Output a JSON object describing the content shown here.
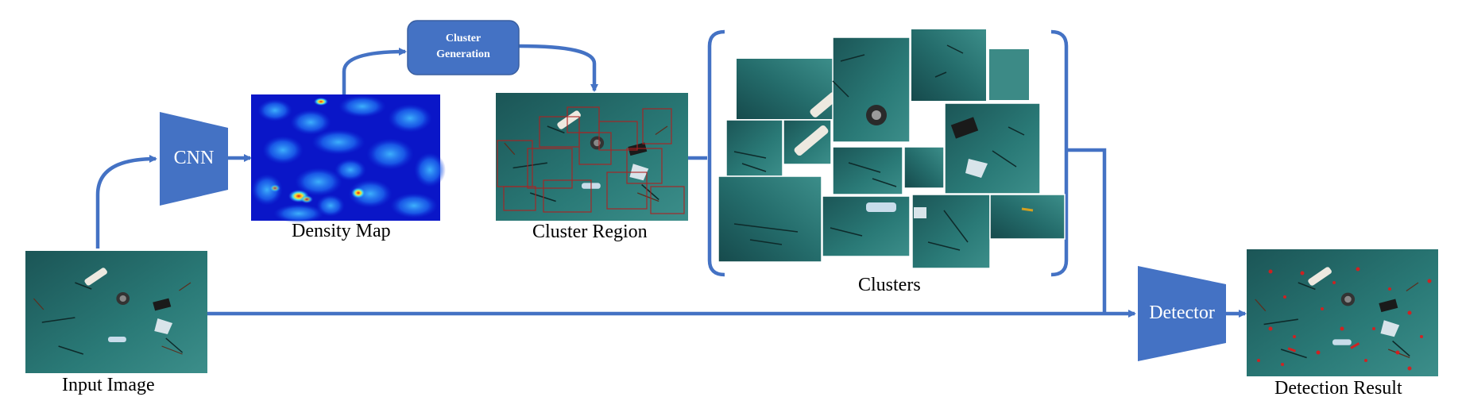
{
  "colors": {
    "arrow": "#4472C4",
    "node_fill": "#4472C4",
    "node_text": "#FFFFFF",
    "water": "#1E5F60",
    "water_light": "#2E7F7C",
    "heat_low": "#0A16C8",
    "heat_mid": "#2A86F0",
    "heat_hot": "#E02010",
    "box_red": "#B02020",
    "detect_red": "#E01A1A"
  },
  "nodes": {
    "cnn": {
      "label": "CNN"
    },
    "cluster_generation": {
      "label": "Cluster Generation",
      "lines": [
        "Cluster",
        "Generation"
      ]
    },
    "detector": {
      "label": "Detector"
    }
  },
  "captions": {
    "input_image": "Input Image",
    "density_map": "Density Map",
    "cluster_region": "Cluster Region",
    "clusters": "Clusters",
    "detection_result": "Detection Result"
  },
  "icons": [
    "arrow-icon",
    "bracket-icon"
  ]
}
